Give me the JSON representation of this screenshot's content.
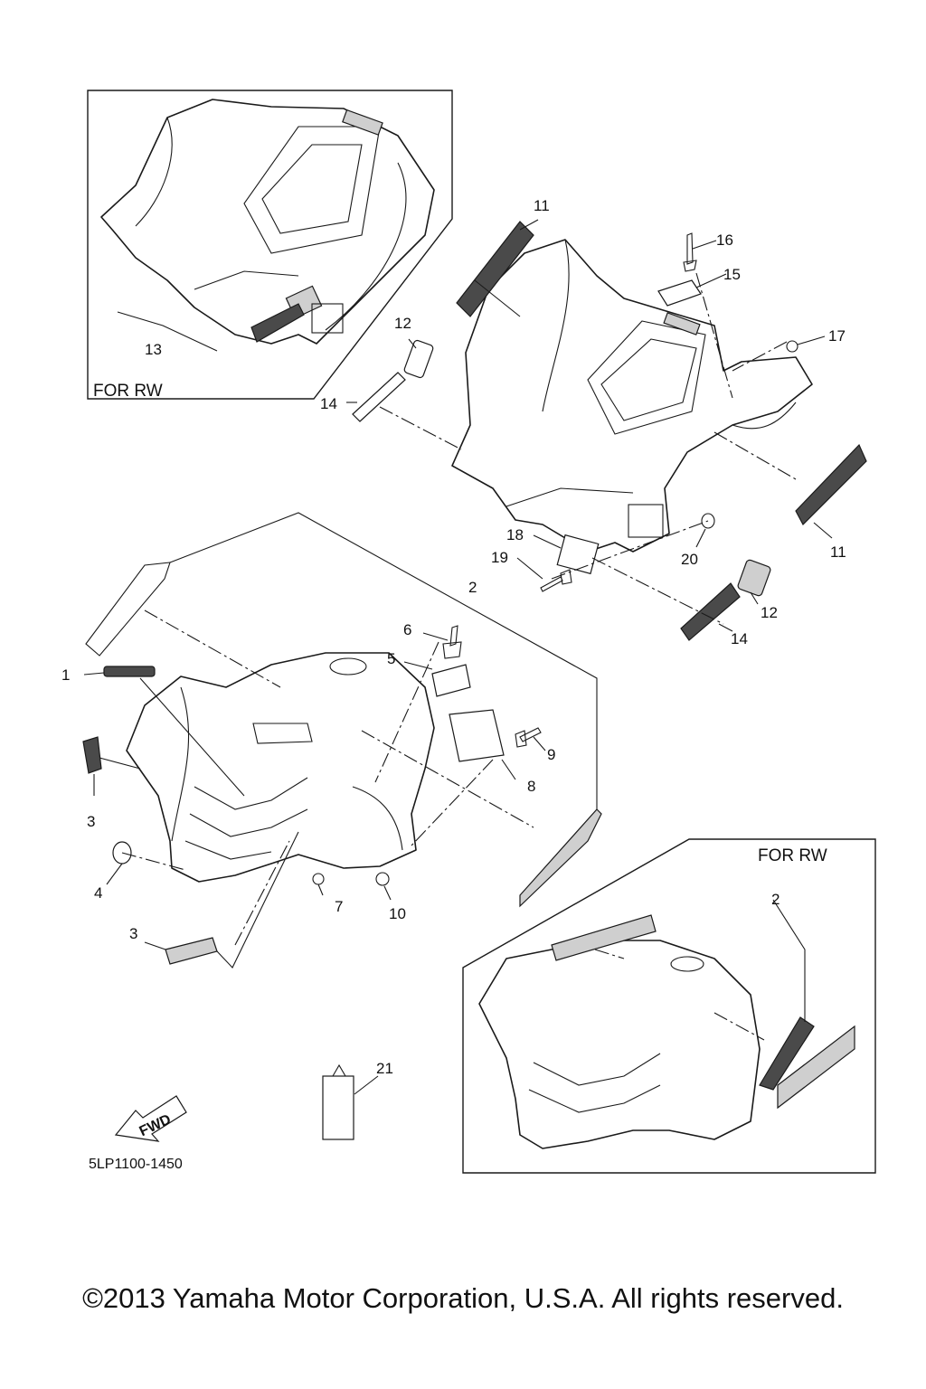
{
  "diagram": {
    "code": "5LP1100-1450",
    "box_label_top": "FOR RW",
    "box_label_bottom": "FOR RW",
    "fwd_label": "FWD",
    "callouts": {
      "c1": "1",
      "c2": "2",
      "c2b": "2",
      "c3a": "3",
      "c3b": "3",
      "c4": "4",
      "c5": "5",
      "c6": "6",
      "c7": "7",
      "c8": "8",
      "c9": "9",
      "c10": "10",
      "c11a": "11",
      "c11b": "11",
      "c12a": "12",
      "c12b": "12",
      "c13": "13",
      "c14a": "14",
      "c14b": "14",
      "c15": "15",
      "c16": "16",
      "c17": "17",
      "c18": "18",
      "c19": "19",
      "c20": "20",
      "c21": "21"
    }
  },
  "footer": {
    "copyright": "©2013 Yamaha Motor Corporation, U.S.A. All rights reserved."
  }
}
